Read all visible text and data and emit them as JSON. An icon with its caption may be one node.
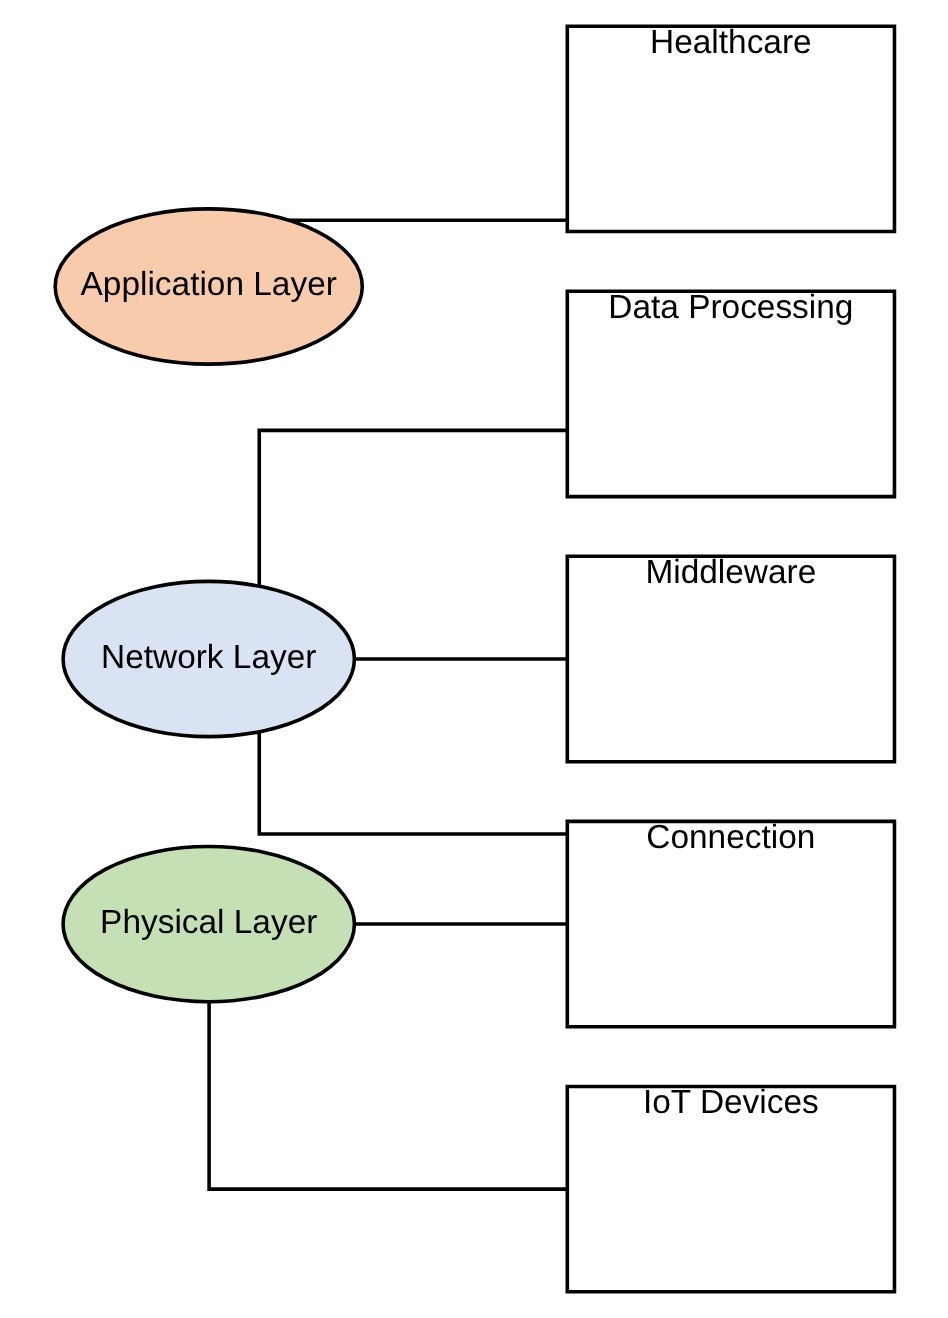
{
  "diagram": {
    "nodes": [
      {
        "text": [
          "Application Layer"
        ]
      },
      {
        "text": [
          "Healthcare"
        ]
      },
      {
        "text": [
          "Data Processing"
        ]
      },
      {
        "text": [
          "Network Layer"
        ]
      },
      {
        "text": [
          "Middleware"
        ]
      },
      {
        "text": [
          "Connection"
        ]
      },
      {
        "text": [
          "Physical Layer"
        ]
      },
      {
        "text": [
          "IoT Devices"
        ]
      }
    ],
    "edges": [
      {
        "from": 0,
        "to": 1,
        "arrow": "none"
      },
      {
        "from": 3,
        "to": 2,
        "arrow": "none"
      },
      {
        "from": 3,
        "to": 4,
        "arrow": "none"
      },
      {
        "from": 3,
        "to": 5,
        "arrow": "none"
      },
      {
        "from": 6,
        "to": 5,
        "arrow": "none"
      },
      {
        "from": 6,
        "to": 7,
        "arrow": "none"
      }
    ]
  }
}
